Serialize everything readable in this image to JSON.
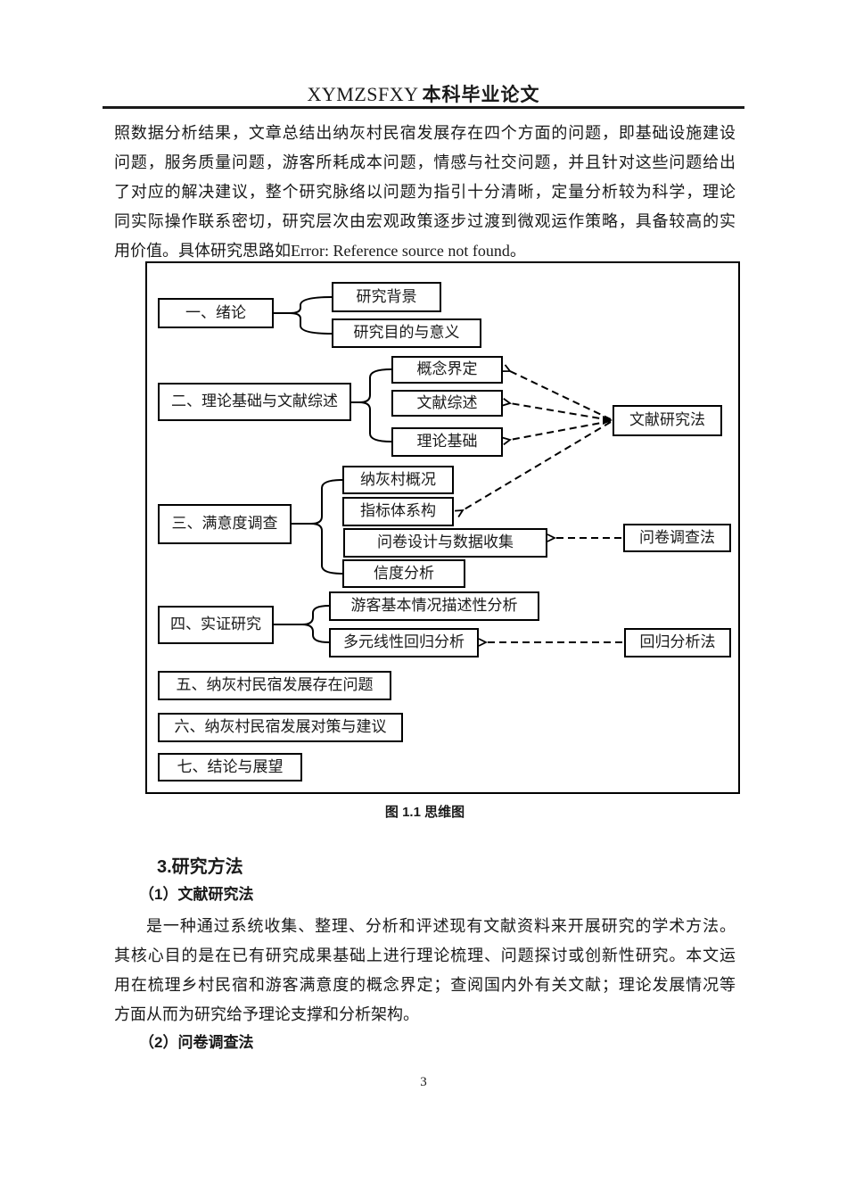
{
  "header": {
    "title_latin": "XYMZSFXY",
    "title_cn": "本科毕业论文"
  },
  "intro": {
    "lines": [
      "照数据分析结果，文章总结出纳灰村民宿发展存在四个方面的问题，即基础设施建设",
      "问题，服务质量问题，游客所耗成本问题，情感与社交问题，并且针对这些问题给出",
      "了对应的解决建议，整个研究脉络以问题为指引十分清晰，定量分析较为科学，理论",
      "同实际操作联系密切，研究层次由宏观政策逐步过渡到微观运作策略，具备较高的实",
      "用价值。具体研究思路如Error: Reference source not found。"
    ]
  },
  "diagram": {
    "caption": "图 1.1 思维图",
    "boxes": {
      "ch1": "一、绪论",
      "ch1_background": "研究背景",
      "ch1_purpose": "研究目的与意义",
      "ch2": "二、理论基础与文献综述",
      "ch2_concept": "概念界定",
      "ch2_review": "文献综述",
      "ch2_theory": "理论基础",
      "method_literature": "文献研究法",
      "ch3": "三、满意度调查",
      "ch3_overview": "纳灰村概况",
      "ch3_index": "指标体系构",
      "ch3_design": "问卷设计与数据收集",
      "ch3_reliability": "信度分析",
      "method_survey": "问卷调查法",
      "ch4": "四、实证研究",
      "ch4_descriptive": "游客基本情况描述性分析",
      "ch4_regression": "多元线性回归分析",
      "method_regression": "回归分析法",
      "ch5": "五、纳灰村民宿发展存在问题",
      "ch6": "六、纳灰村民宿发展对策与建议",
      "ch7": "七、结论与展望"
    }
  },
  "sections": {
    "method_heading": "3.研究方法",
    "sub1_heading": "（1）文献研究法",
    "sub1_lines": [
      "是一种通过系统收集、整理、分析和评述现有文献资料来开展研究的学术方法。",
      "其核心目的是在已有研究成果基础上进行理论梳理、问题探讨或创新性研究。本文运",
      "用在梳理乡村民宿和游客满意度的概念界定；查阅国内外有关文献；理论发展情况等",
      "方面从而为研究给予理论支撑和分析架构。"
    ],
    "sub2_heading": "（2）问卷调查法"
  },
  "footer": {
    "page_number": "3"
  }
}
